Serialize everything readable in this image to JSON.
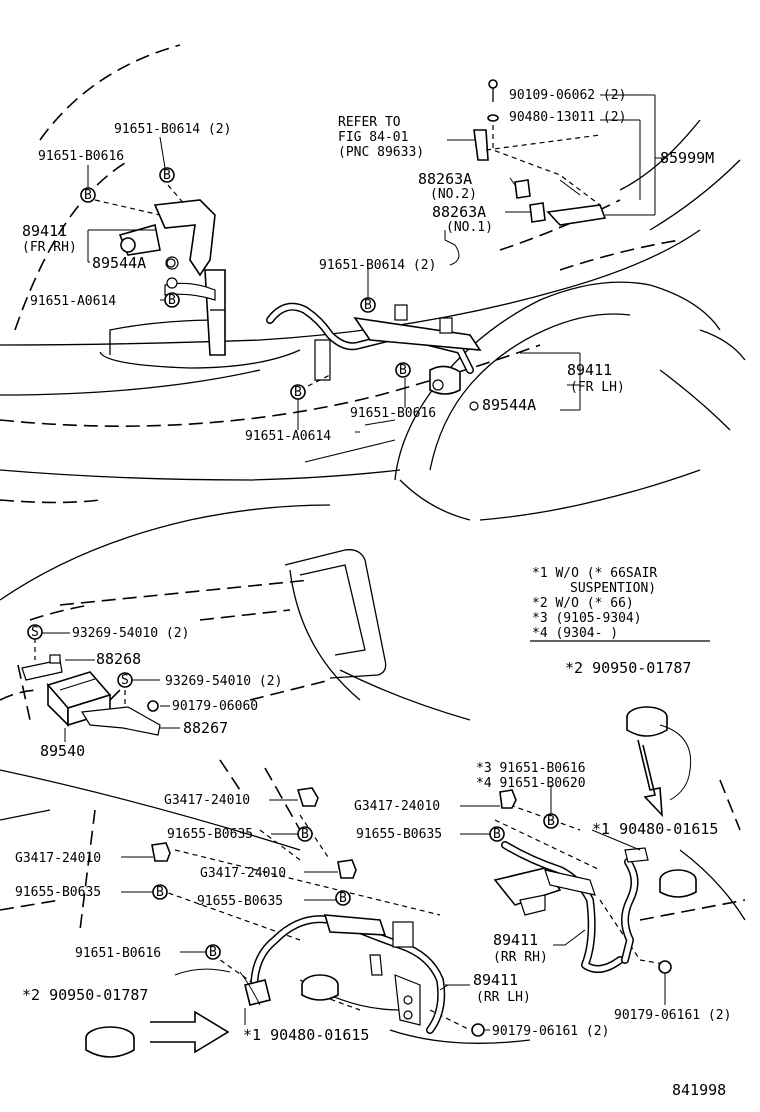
{
  "top": {
    "refer": [
      "REFER TO",
      "FIG 84-01",
      "(PNC 89633)"
    ],
    "labels": {
      "p90109": "90109-06062 (2)",
      "p90480": "90480-13011 (2)",
      "p85999": "85999M",
      "p88263a_no2": "88263A",
      "no2": "(NO.2)",
      "p88263a_no1": "88263A",
      "no1": "(NO.1)",
      "p91651_b0614_2_a": "91651-B0614 (2)",
      "p91651_b0616_a": "91651-B0616",
      "p89411_rh": "89411",
      "fr_rh": "(FR RH)",
      "p89544a_a": "89544A",
      "p91651_a0614_a": "91651-A0614",
      "p91651_b0614_2_b": "91651-B0614 (2)",
      "p89411_lh": "89411",
      "fr_lh": "(FR LH)",
      "p89544a_b": "89544A",
      "p91651_b0616_b": "91651-B0616",
      "p91651_a0614_b": "91651-A0614"
    }
  },
  "notes": [
    "*1 W/O (* 66SAIR",
    "SUSPENTION)",
    "*2 W/O (* 66)",
    "*3 (9105-9304)",
    "*4 (9304-     )"
  ],
  "middle": {
    "p93269_a": "93269-54010 (2)",
    "p88268": "88268",
    "p93269_b": "93269-54010 (2)",
    "p90179_06060": "90179-06060",
    "p88267": "88267",
    "p89540": "89540"
  },
  "bottom": {
    "p2_90950_r": "*2 90950-01787",
    "p3_91651_b0616": "*3 91651-B0616",
    "p4_91651_b0620": "*4 91651-B0620",
    "p1_90480_r": "*1 90480-01615",
    "g3417_a": "G3417-24010",
    "g3417_b": "G3417-24010",
    "g3417_c": "G3417-24010",
    "g3417_d": "G3417-24010",
    "p91655_a": "91655-B0635",
    "p91655_b": "91655-B0635",
    "p91655_c": "91655-B0635",
    "p91655_d": "91655-B0635",
    "p91651_b0616_c": "91651-B0616",
    "p89411_rr_rh": "89411",
    "rr_rh": "(RR RH)",
    "p89411_rr_lh": "89411",
    "rr_lh": "(RR LH)",
    "p2_90950_l": "*2 90950-01787",
    "p1_90480_l": "*1 90480-01615",
    "p90179_06161_a": "90179-06161 (2)",
    "p90179_06161_b": "90179-06161 (2)",
    "fig": "841998"
  },
  "bolt_mark": "B",
  "s_mark": "S"
}
